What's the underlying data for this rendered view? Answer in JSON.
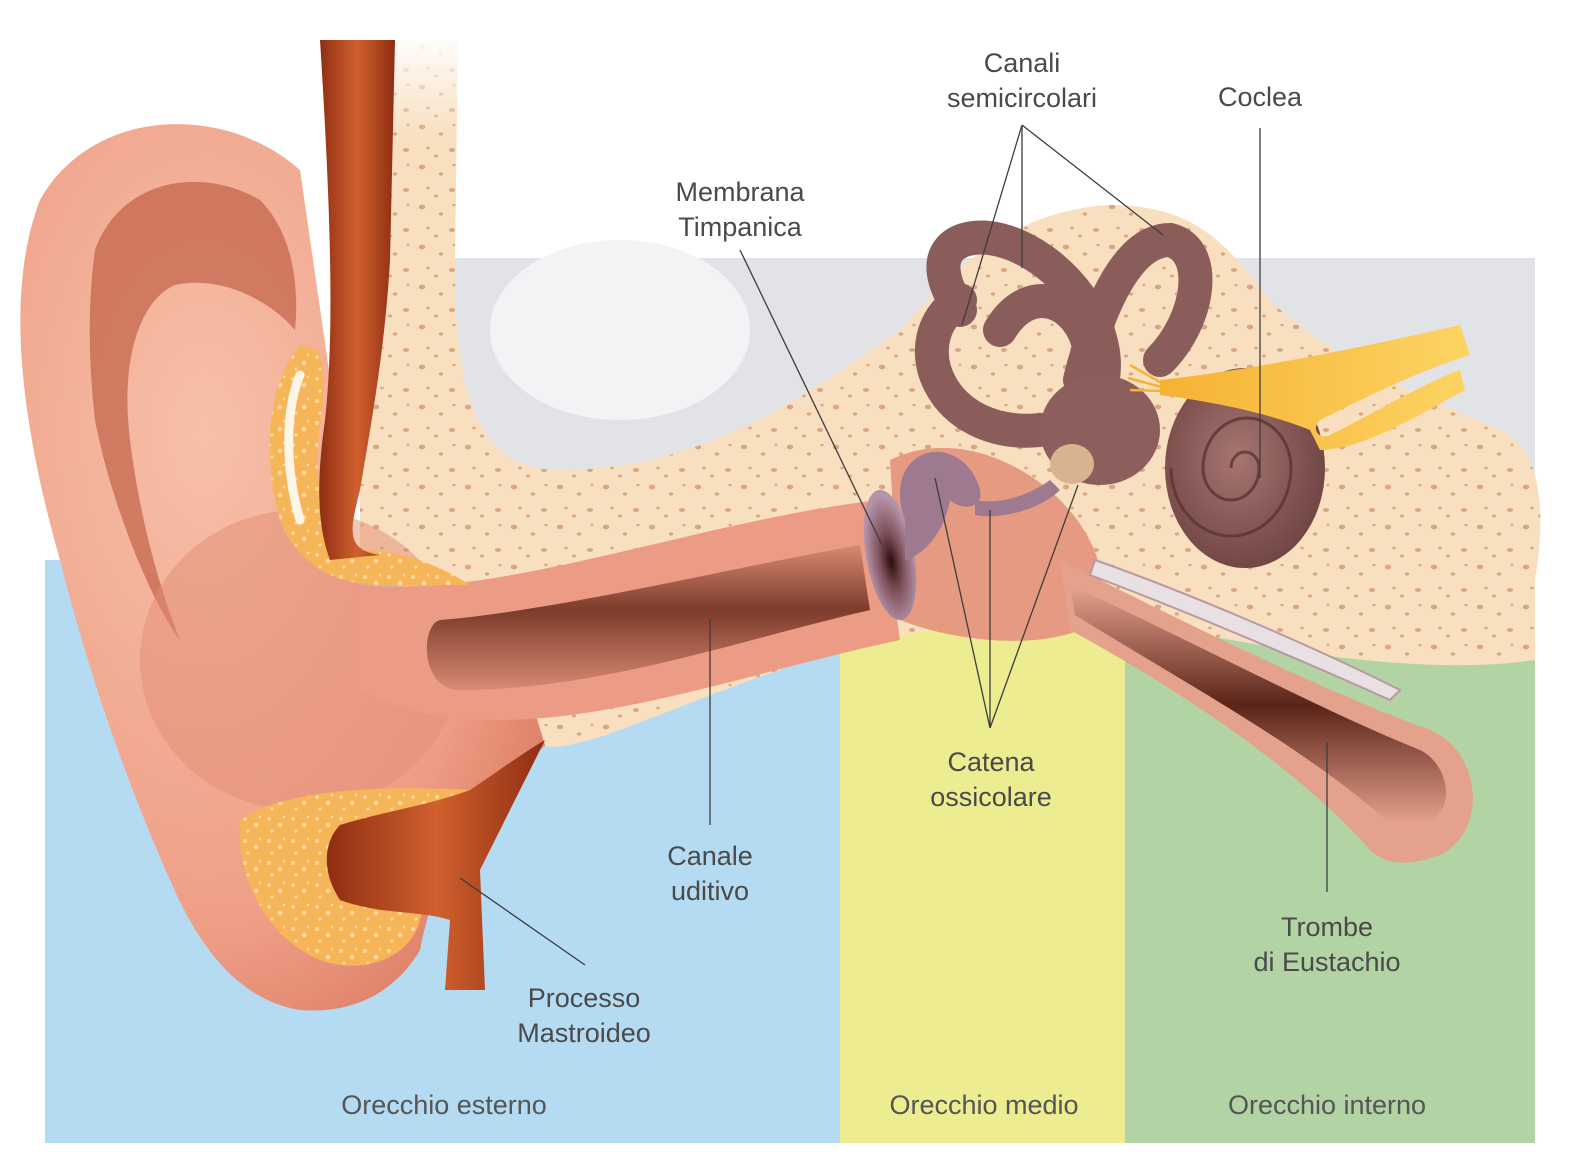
{
  "labels": {
    "canali": [
      "Canali",
      "semicircolari"
    ],
    "coclea": [
      "Coclea"
    ],
    "membrana": [
      "Membrana",
      "Timpanica"
    ],
    "catena": [
      "Catena",
      "ossicolare"
    ],
    "canale": [
      "Canale",
      "uditivo"
    ],
    "trombe": [
      "Trombe",
      "di Eustachio"
    ],
    "processo": [
      "Processo",
      "Mastroideo"
    ]
  },
  "zones": {
    "esterno": "Orecchio esterno",
    "medio": "Orecchio medio",
    "interno": "Orecchio interno"
  },
  "colors": {
    "zone_external": "#b5dbf3",
    "zone_middle": "#eeec91",
    "zone_inner": "#b2d4a4",
    "skin": "#f1a58d",
    "bone": "#f9e0c0",
    "cartilage": "#f6b458",
    "muscle": "#b94a24",
    "inner_ear": "#8c5e5c",
    "nerve": "#f8c036"
  }
}
